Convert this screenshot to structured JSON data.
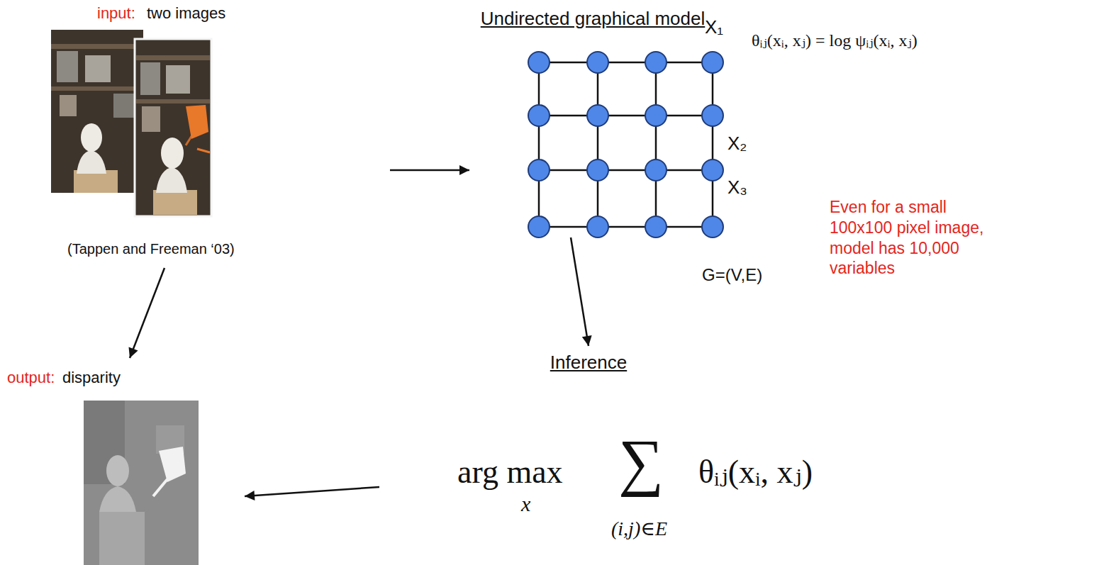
{
  "diagram": {
    "nodes": [
      {
        "text": [
          "input:",
          "two images",
          "(Tappen and Freeman ‘03)"
        ]
      },
      {
        "text": [
          "Undirected graphical model",
          "X₁",
          "X₂",
          "X₃",
          "θᵢⱼ(xᵢ, xⱼ) = log ψᵢⱼ(xᵢ, xⱼ)"
        ]
      },
      {
        "text": [
          "Inference",
          "arg max",
          "x",
          "∑",
          "(i,j)∈E",
          "θᵢⱼ(xᵢ, xⱼ)"
        ]
      },
      {
        "text": [
          "output:",
          "disparity"
        ]
      }
    ],
    "edges": [
      {
        "from": 0,
        "to": 1,
        "arrow": "to"
      },
      {
        "from": 1,
        "to": 2,
        "arrow": "to"
      },
      {
        "from": 2,
        "to": 3,
        "arrow": "to"
      },
      {
        "from": 0,
        "to": 3,
        "arrow": "to"
      }
    ],
    "labels": [
      "G=(V,E)",
      "Even for a small 100x100 pixel image, model has 10,000 variables"
    ]
  }
}
